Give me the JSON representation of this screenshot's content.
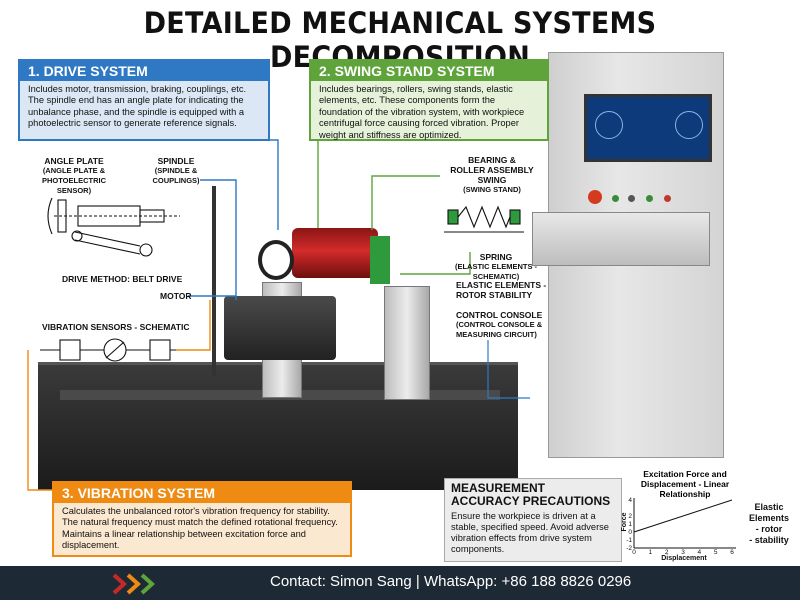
{
  "title": "DETAILED MECHANICAL SYSTEMS DECOMPOSITION",
  "panels": {
    "drive": {
      "heading": "1. DRIVE SYSTEM",
      "body": "Includes motor, transmission, braking, couplings, etc. The spindle end has an angle plate for indicating the unbalance phase, and the spindle is equipped with a photoelectric sensor to generate reference signals."
    },
    "swing": {
      "heading": "2. SWING STAND SYSTEM",
      "body": "Includes bearings, rollers, swing stands, elastic elements, etc. These components form the foundation of the vibration system, with workpiece centrifugal force causing forced vibration. Proper weight and stiffness are optimized."
    },
    "vibration": {
      "heading": "3. VIBRATION SYSTEM",
      "body": "Calculates the unbalanced rotor's vibration frequency for stability. The natural frequency must match the defined rotational frequency. Maintains a linear relationship between excitation force and displacement."
    },
    "measurement": {
      "heading": "MEASUREMENT ACCURACY PRECAUTIONS",
      "body": "Ensure the workpiece is driven at a stable, specified speed. Avoid adverse vibration effects from drive system components."
    }
  },
  "labels": {
    "angle_plate": "ANGLE PLATE",
    "angle_plate_sub": "(ANGLE PLATE & PHOTOELECTRIC SENSOR)",
    "spindle": "SPINDLE",
    "spindle_sub": "(SPINDLE & COUPLINGS)",
    "drive_method": "DRIVE METHOD: BELT DRIVE",
    "motor": "MOTOR",
    "vibration_sensors": "VIBRATION SENSORS - SCHEMATIC",
    "bearing": "BEARING &",
    "bearing2": "ROLLER ASSEMBLY",
    "swing": "SWING",
    "swing_sub": "(SWING STAND)",
    "spring": "SPRING",
    "spring_sub": "(ELASTIC ELEMENTS - SCHEMATIC)",
    "elastic": "ELASTIC ELEMENTS -",
    "elastic2": "ROTOR STABILITY",
    "console": "CONTROL CONSOLE",
    "console_sub": "(CONTROL CONSOLE &",
    "console_sub2": "MEASURING CIRCUIT)",
    "side_elastic": "Elastic",
    "side_elastic2": "Elements",
    "side_elastic3": "- rotor",
    "side_elastic4": "- stability"
  },
  "chart_data": {
    "type": "line",
    "title": "Excitation Force and Displacement - Linear Relationship",
    "xlabel": "Displacement",
    "ylabel": "Force",
    "x_ticks": [
      "0",
      "1",
      "2",
      "3",
      "4",
      "5",
      "6"
    ],
    "y_ticks": [
      "4",
      "2",
      "1",
      "0",
      "-1",
      "-2"
    ],
    "series": [
      {
        "x": [
          0,
          6
        ],
        "y": [
          0,
          4
        ]
      }
    ],
    "xlim": [
      0,
      6
    ],
    "ylim": [
      -2,
      4
    ]
  },
  "footer": {
    "contact": "Contact: Simon Sang | WhatsApp: +86 188 8826 0296"
  },
  "colors": {
    "drive": "#2f78c4",
    "swing": "#5fa43b",
    "vibration": "#ef8a12",
    "rotor": "#c62828"
  }
}
